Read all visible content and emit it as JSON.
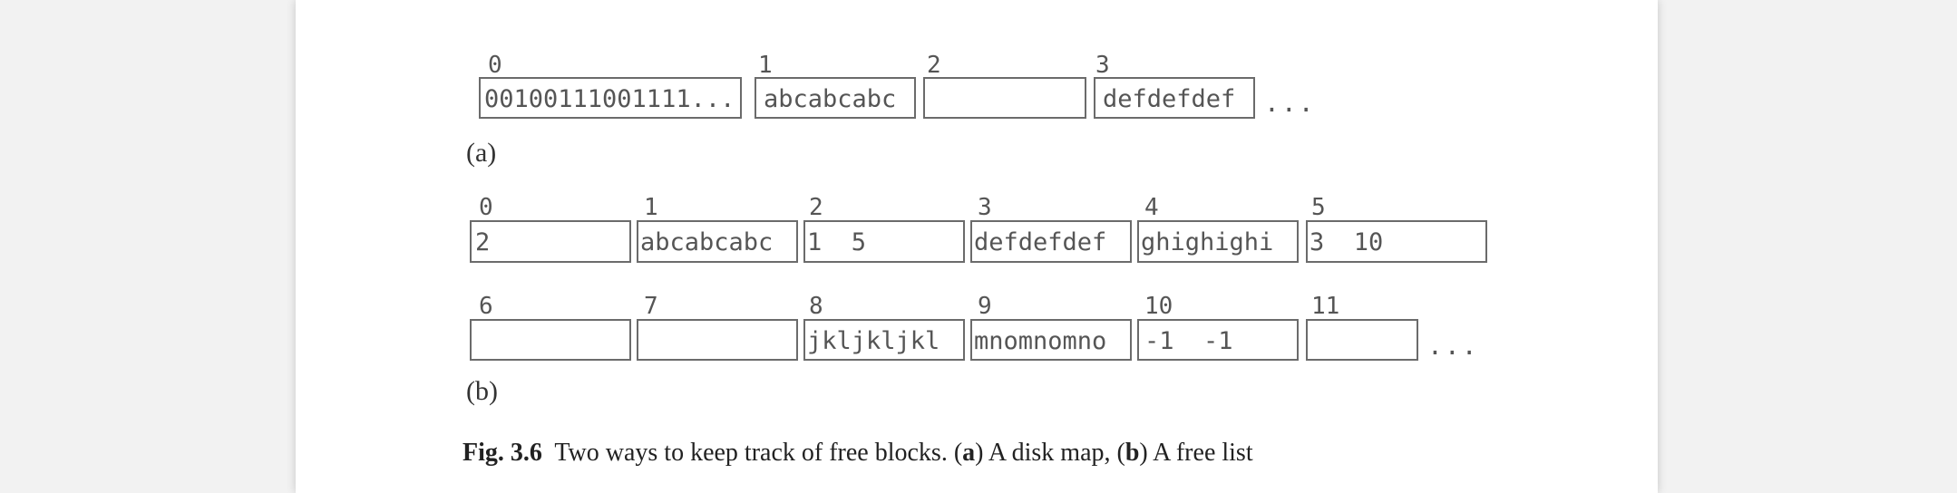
{
  "figure": {
    "part_a": {
      "label": "(a)",
      "blocks": [
        {
          "index": "0",
          "content": "00100111001111..."
        },
        {
          "index": "1",
          "content": "abcabcabc"
        },
        {
          "index": "2",
          "content": ""
        },
        {
          "index": "3",
          "content": "defdefdef"
        }
      ],
      "ellipsis": "..."
    },
    "part_b": {
      "label": "(b)",
      "row1": [
        {
          "index": "0",
          "content": "2"
        },
        {
          "index": "1",
          "content": "abcabcabc"
        },
        {
          "index": "2",
          "content": "1  5"
        },
        {
          "index": "3",
          "content": "defdefdef"
        },
        {
          "index": "4",
          "content": "ghighighi"
        },
        {
          "index": "5",
          "content": "3  10"
        }
      ],
      "row2": [
        {
          "index": "6",
          "content": ""
        },
        {
          "index": "7",
          "content": ""
        },
        {
          "index": "8",
          "content": "jkljkljkl"
        },
        {
          "index": "9",
          "content": "mnomnomno"
        },
        {
          "index": "10",
          "content": "-1  -1"
        },
        {
          "index": "11",
          "content": ""
        }
      ],
      "ellipsis": "..."
    },
    "caption": {
      "fig_label": "Fig. 3.6",
      "text_1": "  Two ways to keep track of free blocks. (",
      "a_letter": "a",
      "text_2": ") A disk map, (",
      "b_letter": "b",
      "text_3": ") A free list"
    }
  }
}
